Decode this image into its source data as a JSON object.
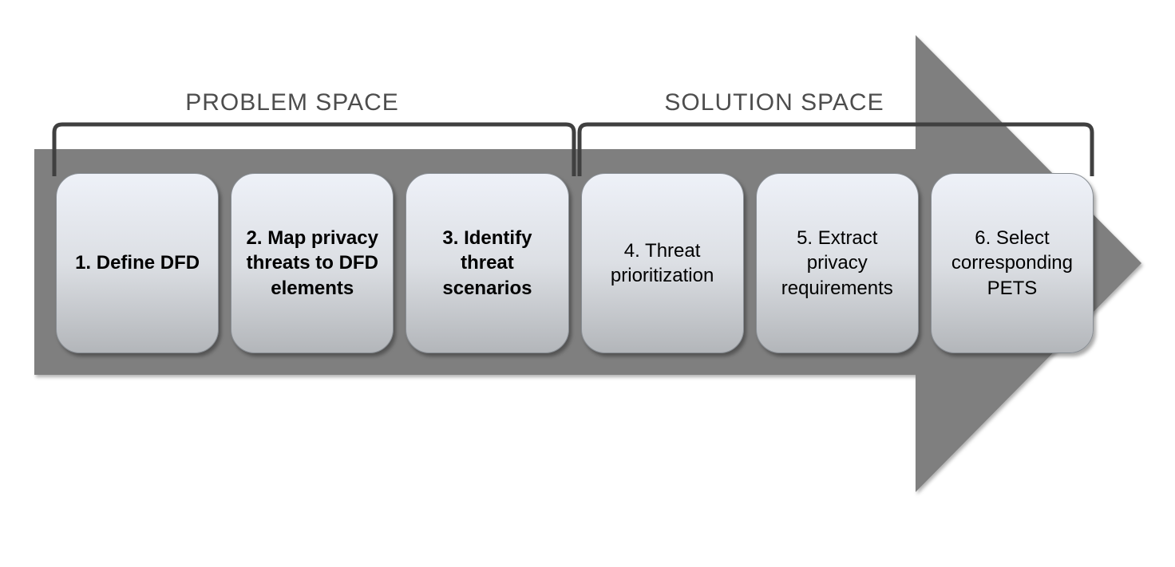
{
  "diagram": {
    "problem_space_label": "PROBLEM SPACE",
    "solution_space_label": "SOLUTION SPACE",
    "steps": [
      {
        "label": "1. Define DFD",
        "bold": true,
        "phase": "problem"
      },
      {
        "label": "2. Map privacy threats to DFD elements",
        "bold": true,
        "phase": "problem"
      },
      {
        "label": "3. Identify threat scenarios",
        "bold": true,
        "phase": "problem"
      },
      {
        "label": "4. Threat prioritization",
        "bold": false,
        "phase": "solution"
      },
      {
        "label": "5. Extract privacy requirements",
        "bold": false,
        "phase": "solution"
      },
      {
        "label": "6. Select corresponding PETS",
        "bold": false,
        "phase": "solution"
      }
    ],
    "colors": {
      "arrow": "#7f7f7f",
      "bracket": "#404040",
      "label_text": "#4d4d4d",
      "box_gradient_top": "#eef1f8",
      "box_gradient_mid": "#dcdfe4",
      "box_gradient_bottom": "#b3b6ba",
      "box_border": "#898e94",
      "step_text": "#000000"
    }
  }
}
